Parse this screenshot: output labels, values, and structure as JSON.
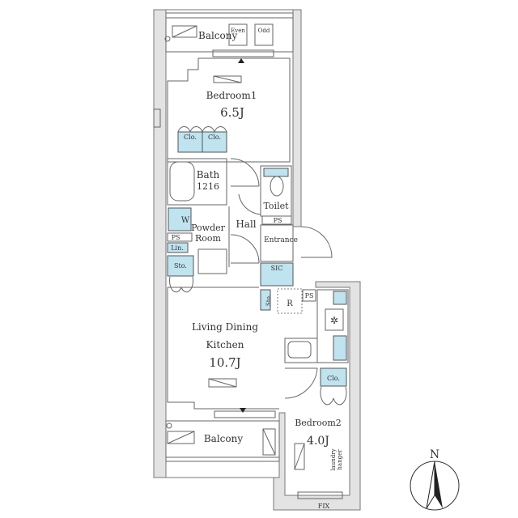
{
  "plan": {
    "rooms": {
      "balcony_top": "Balcony",
      "bedroom1": "Bedroom1",
      "bedroom1_size": "6.5J",
      "bath": "Bath",
      "bath_size": "1216",
      "toilet": "Toilet",
      "hall": "Hall",
      "powder_room_1": "Powder",
      "powder_room_2": "Room",
      "entrance": "Entrance",
      "ldk_1": "Living Dining",
      "ldk_2": "Kitchen",
      "ldk_size": "10.7J",
      "bedroom2": "Bedroom2",
      "bedroom2_size": "4.0J",
      "balcony_bottom": "Balcony"
    },
    "labels": {
      "even": "Even",
      "odd": "Odd",
      "clo": "Clo.",
      "w": "W",
      "ps": "PS",
      "lin": "Lin.",
      "sto": "Sto.",
      "sic": "SIC",
      "r": "R",
      "laundry_1": "laundry",
      "laundry_2": "hanger",
      "fix": "FIX"
    },
    "compass": "N",
    "colors": {
      "storage": "#bfe3ef",
      "wall": "#e3e3e3"
    }
  }
}
